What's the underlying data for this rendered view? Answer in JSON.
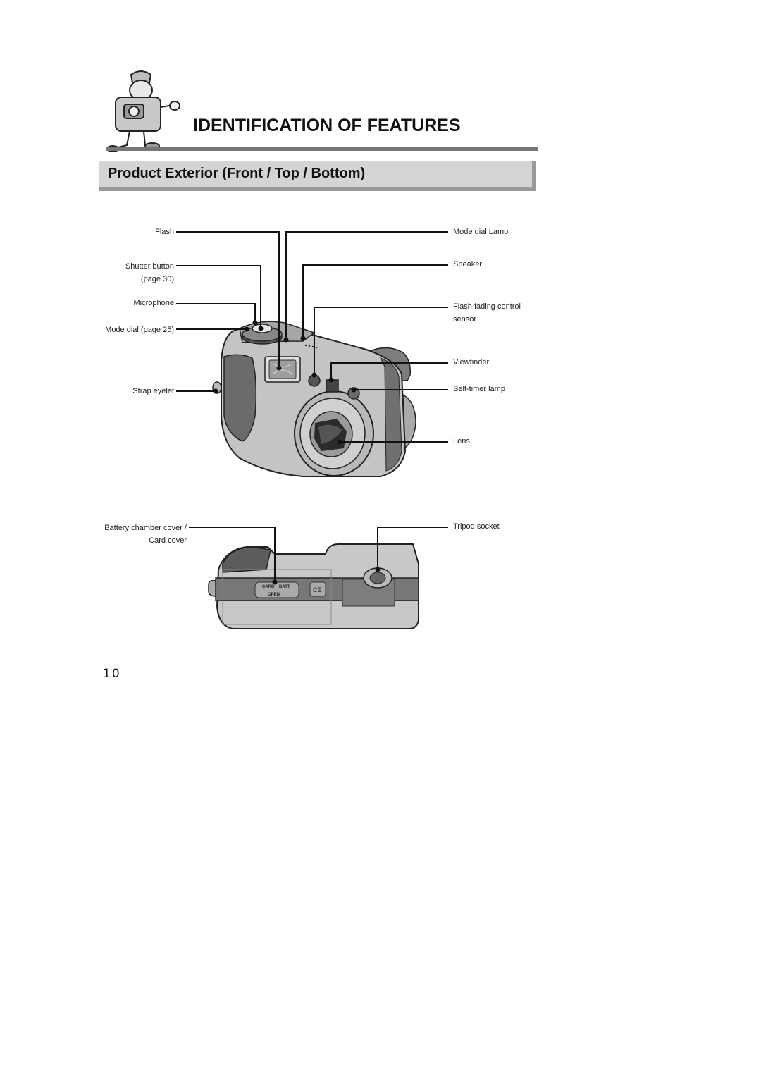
{
  "header": {
    "title": "IDENTIFICATION OF FEATURES",
    "section_title": "Product Exterior (Front / Top / Bottom)"
  },
  "labels_left": {
    "flash": "Flash",
    "shutter_button": "Shutter button",
    "shutter_button_page": "(page 30)",
    "microphone": "Microphone",
    "mode_dial": "Mode dial (page 25)",
    "strap_eyelet": "Strap eyelet",
    "battery_cover": "Battery chamber cover /",
    "card_cover": "Card cover"
  },
  "labels_right": {
    "mode_dial_lamp": "Mode dial Lamp",
    "speaker": "Speaker",
    "flash_sensor": "Flash fading control",
    "flash_sensor_2": "sensor",
    "viewfinder": "Viewfinder",
    "self_timer_lamp": "Self-timer lamp",
    "lens": "Lens",
    "tripod_socket": "Tripod socket"
  },
  "camera_markings": {
    "card": "CARD",
    "batt": "BATT",
    "open": "OPEN",
    "ce": "CE"
  },
  "footer": {
    "page_number": "10"
  }
}
